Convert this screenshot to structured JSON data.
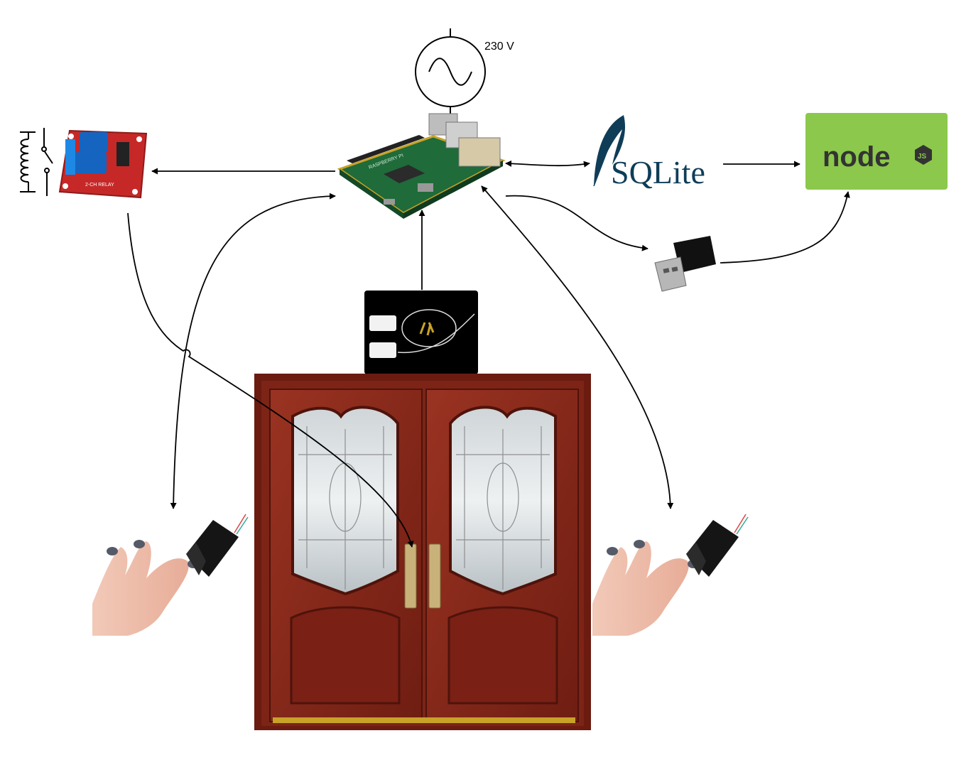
{
  "power": {
    "voltage_label": "230 V"
  },
  "logos": {
    "sqlite_text": "SQLite",
    "node_text": "node",
    "node_badge": "JS",
    "node_bg_color": "#8cc84b",
    "node_text_color": "#333333"
  },
  "pi": {
    "board_print": "RASPBERRY PI"
  },
  "relay": {
    "board_print": "2-CH RELAY"
  },
  "colors": {
    "door_wood": "#8a2a1c",
    "door_dark": "#5e160e",
    "relay_board": "#c62828",
    "pi_board": "#2e7d32",
    "connector": "#000000"
  },
  "icons": [
    "ac-source-icon",
    "raspberry-pi-icon",
    "relay-module-icon",
    "coil-switch-symbol-icon",
    "sqlite-logo-icon",
    "nodejs-logo-icon",
    "usb-wifi-dongle-icon",
    "reed-switch-kit-icon",
    "double-door-icon",
    "fingerprint-sensor-icon"
  ]
}
